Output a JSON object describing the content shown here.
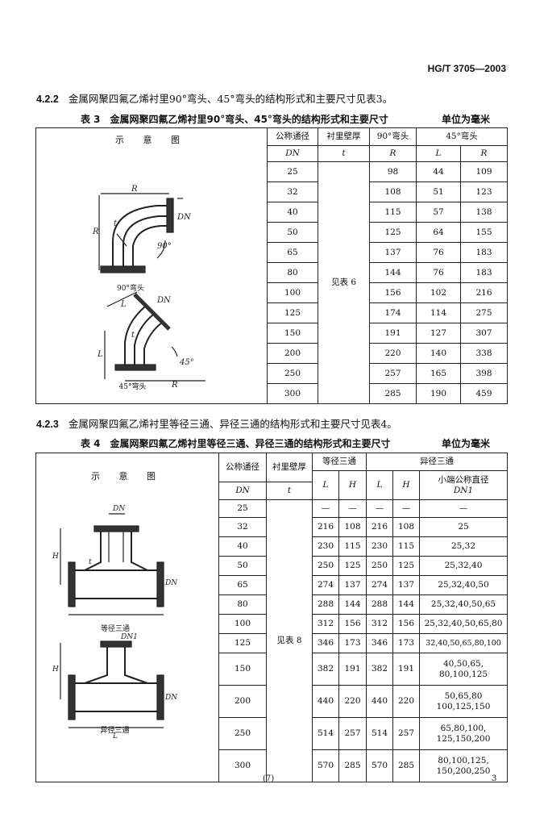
{
  "header": {
    "standard_code": "HG/T 3705—2003"
  },
  "section_422": {
    "number": "4.2.2",
    "text": "金属网聚四氟乙烯衬里90°弯头、45°弯头的结构形式和主要尺寸见表3。"
  },
  "table3": {
    "caption": "表 3　金属网聚四氟乙烯衬里90°弯头、45°弯头的结构形式和主要尺寸",
    "unit": "单位为毫米",
    "headers": {
      "diagram": "示 意 图",
      "dn_label": "公称通径",
      "dn_symbol": "DN",
      "t_label": "衬里壁厚",
      "t_symbol": "t",
      "elbow90": "90°弯头",
      "elbow45": "45°弯头",
      "R": "R",
      "L": "L"
    },
    "figure_labels": {
      "elbow90": "90°弯头",
      "elbow45": "45°弯头"
    },
    "thickness_note": "见表 6",
    "rows": [
      {
        "dn": "25",
        "r90": "98",
        "l45": "44",
        "r45": "109"
      },
      {
        "dn": "32",
        "r90": "108",
        "l45": "51",
        "r45": "123"
      },
      {
        "dn": "40",
        "r90": "115",
        "l45": "57",
        "r45": "138"
      },
      {
        "dn": "50",
        "r90": "125",
        "l45": "64",
        "r45": "155"
      },
      {
        "dn": "65",
        "r90": "137",
        "l45": "76",
        "r45": "183"
      },
      {
        "dn": "80",
        "r90": "144",
        "l45": "76",
        "r45": "183"
      },
      {
        "dn": "100",
        "r90": "156",
        "l45": "102",
        "r45": "216"
      },
      {
        "dn": "125",
        "r90": "174",
        "l45": "114",
        "r45": "275"
      },
      {
        "dn": "150",
        "r90": "191",
        "l45": "127",
        "r45": "307"
      },
      {
        "dn": "200",
        "r90": "220",
        "l45": "140",
        "r45": "338"
      },
      {
        "dn": "250",
        "r90": "257",
        "l45": "165",
        "r45": "398"
      },
      {
        "dn": "300",
        "r90": "285",
        "l45": "190",
        "r45": "459"
      }
    ]
  },
  "section_423": {
    "number": "4.2.3",
    "text": "金属网聚四氟乙烯衬里等径三通、异径三通的结构形式和主要尺寸见表4。"
  },
  "table4": {
    "caption": "表 4　金属网聚四氟乙烯衬里等径三通、异径三通的结构形式和主要尺寸",
    "unit": "单位为毫米",
    "headers": {
      "diagram": "示 意 图",
      "dn_label": "公称通径",
      "dn_symbol": "DN",
      "t_label": "衬里壁厚",
      "t_symbol": "t",
      "equal_tee": "等径三通",
      "reducing_tee": "异径三通",
      "L": "L",
      "H": "H",
      "small_end_label": "小端公称直径",
      "small_end_symbol": "DN1"
    },
    "figure_labels": {
      "equal_tee": "等径三通",
      "reducing_tee": "异径三通"
    },
    "thickness_note": "见表 8",
    "rows": [
      {
        "dn": "25",
        "eL": "",
        "eH": "",
        "rL": "",
        "rH": "",
        "dn1": ""
      },
      {
        "dn": "32",
        "eL": "216",
        "eH": "108",
        "rL": "216",
        "rH": "108",
        "dn1": "25"
      },
      {
        "dn": "40",
        "eL": "230",
        "eH": "115",
        "rL": "230",
        "rH": "115",
        "dn1": "25,32"
      },
      {
        "dn": "50",
        "eL": "250",
        "eH": "125",
        "rL": "250",
        "rH": "125",
        "dn1": "25,32,40"
      },
      {
        "dn": "65",
        "eL": "274",
        "eH": "137",
        "rL": "274",
        "rH": "137",
        "dn1": "25,32,40,50"
      },
      {
        "dn": "80",
        "eL": "288",
        "eH": "144",
        "rL": "288",
        "rH": "144",
        "dn1": "25,32,40,50,65"
      },
      {
        "dn": "100",
        "eL": "312",
        "eH": "156",
        "rL": "312",
        "rH": "156",
        "dn1": "25,32,40,50,65,80"
      },
      {
        "dn": "125",
        "eL": "346",
        "eH": "173",
        "rL": "346",
        "rH": "173",
        "dn1": "32,40,50,65,80,100"
      },
      {
        "dn": "150",
        "eL": "382",
        "eH": "191",
        "rL": "382",
        "rH": "191",
        "dn1": "40,50,65,",
        "dn1b": "80,100,125"
      },
      {
        "dn": "200",
        "eL": "440",
        "eH": "220",
        "rL": "440",
        "rH": "220",
        "dn1": "50,65,80",
        "dn1b": "100,125,150"
      },
      {
        "dn": "250",
        "eL": "514",
        "eH": "257",
        "rL": "514",
        "rH": "257",
        "dn1": "65,80,100,",
        "dn1b": "125,150,200"
      },
      {
        "dn": "300",
        "eL": "570",
        "eH": "285",
        "rL": "570",
        "rH": "285",
        "dn1": "80,100,125,",
        "dn1b": "150,200,250"
      }
    ],
    "dash": "—"
  },
  "footer": {
    "page_ref": "(7)",
    "page_number": "3"
  }
}
